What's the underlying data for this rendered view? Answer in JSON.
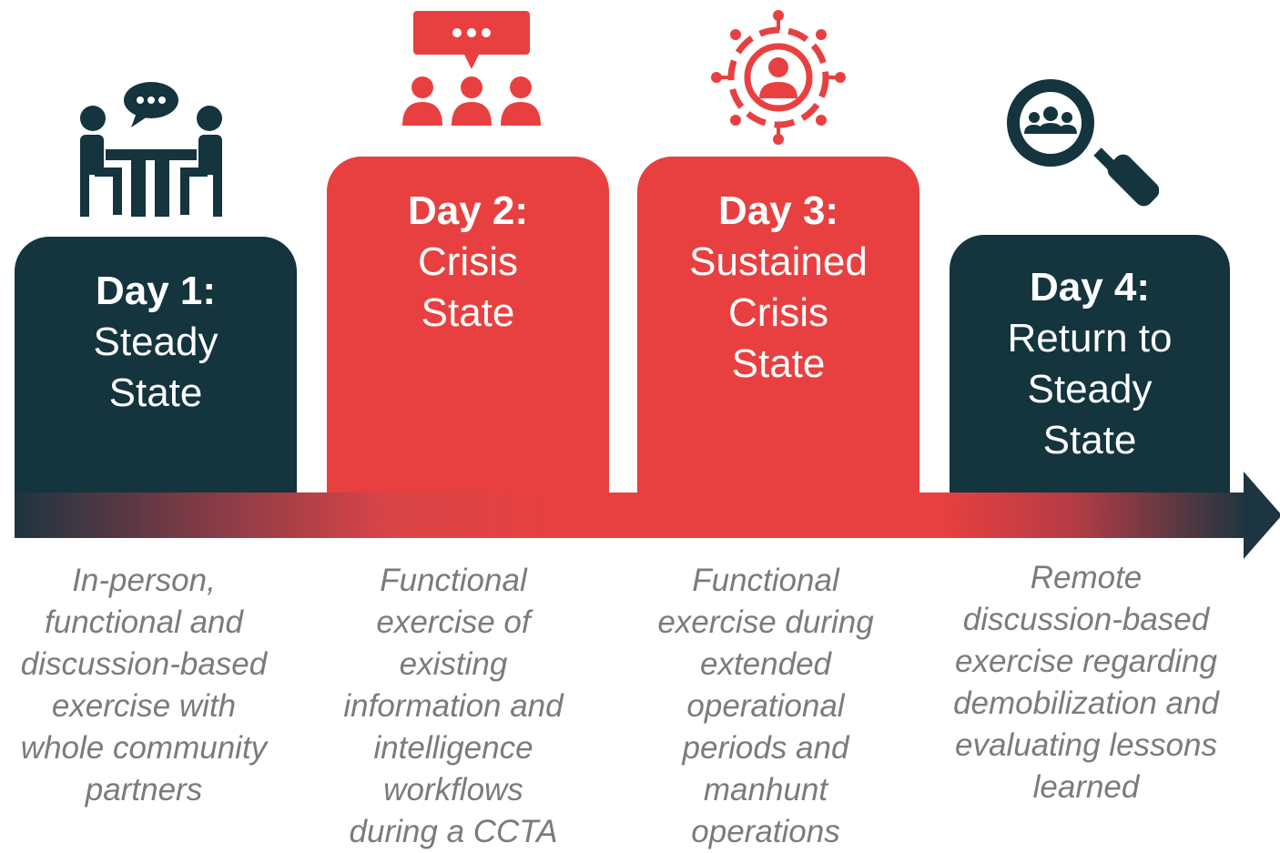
{
  "colors": {
    "dark": "#14343e",
    "red": "#e84040",
    "description_text": "#7b7b7b"
  },
  "icons": {
    "day1": "meeting-table-icon",
    "day2": "audience-chat-icon",
    "day3": "target-person-icon",
    "day4": "magnifier-group-icon"
  },
  "days": [
    {
      "day": "Day 1:",
      "state": "Steady\nState",
      "description": "In-person,\nfunctional and\ndiscussion-based\nexercise with\nwhole community\npartners"
    },
    {
      "day": "Day 2:",
      "state": "Crisis\nState",
      "description": "Functional\nexercise of\nexisting\ninformation and\nintelligence\nworkflows\nduring a CCTA"
    },
    {
      "day": "Day 3:",
      "state": "Sustained\nCrisis\nState",
      "description": "Functional\nexercise during\nextended\noperational\nperiods and\nmanhunt\noperations"
    },
    {
      "day": "Day 4:",
      "state": "Return to\nSteady\nState",
      "description": "Remote\ndiscussion-based\nexercise regarding\ndemobilization and\nevaluating lessons\nlearned"
    }
  ]
}
